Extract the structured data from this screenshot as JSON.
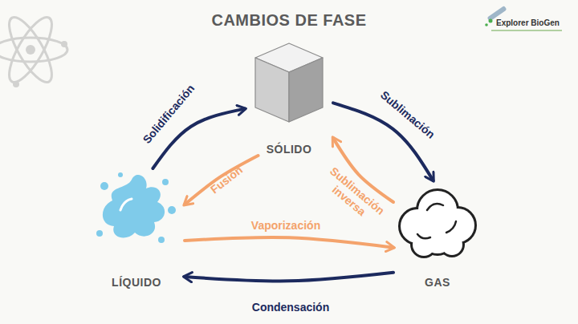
{
  "diagram": {
    "title": "CAMBIOS DE FASE",
    "nodes": [
      {
        "text": [
          "SÓLIDO"
        ]
      },
      {
        "text": [
          "LÍQUIDO"
        ]
      },
      {
        "text": [
          "GAS"
        ]
      }
    ],
    "edges": [
      {
        "from": 1,
        "to": 0,
        "label": "Solidificación",
        "arrow": "to"
      },
      {
        "from": 0,
        "to": 2,
        "label": "Sublimación",
        "arrow": "to"
      },
      {
        "from": 0,
        "to": 1,
        "label": "Fusión",
        "arrow": "to"
      },
      {
        "from": 2,
        "to": 0,
        "label": "Sublimación inversa",
        "arrow": "to"
      },
      {
        "from": 1,
        "to": 2,
        "label": "Vaporización",
        "arrow": "to"
      },
      {
        "from": 2,
        "to": 1,
        "label": "Condensación",
        "arrow": "to"
      }
    ],
    "labels": [
      "Explorer BioGen"
    ]
  }
}
